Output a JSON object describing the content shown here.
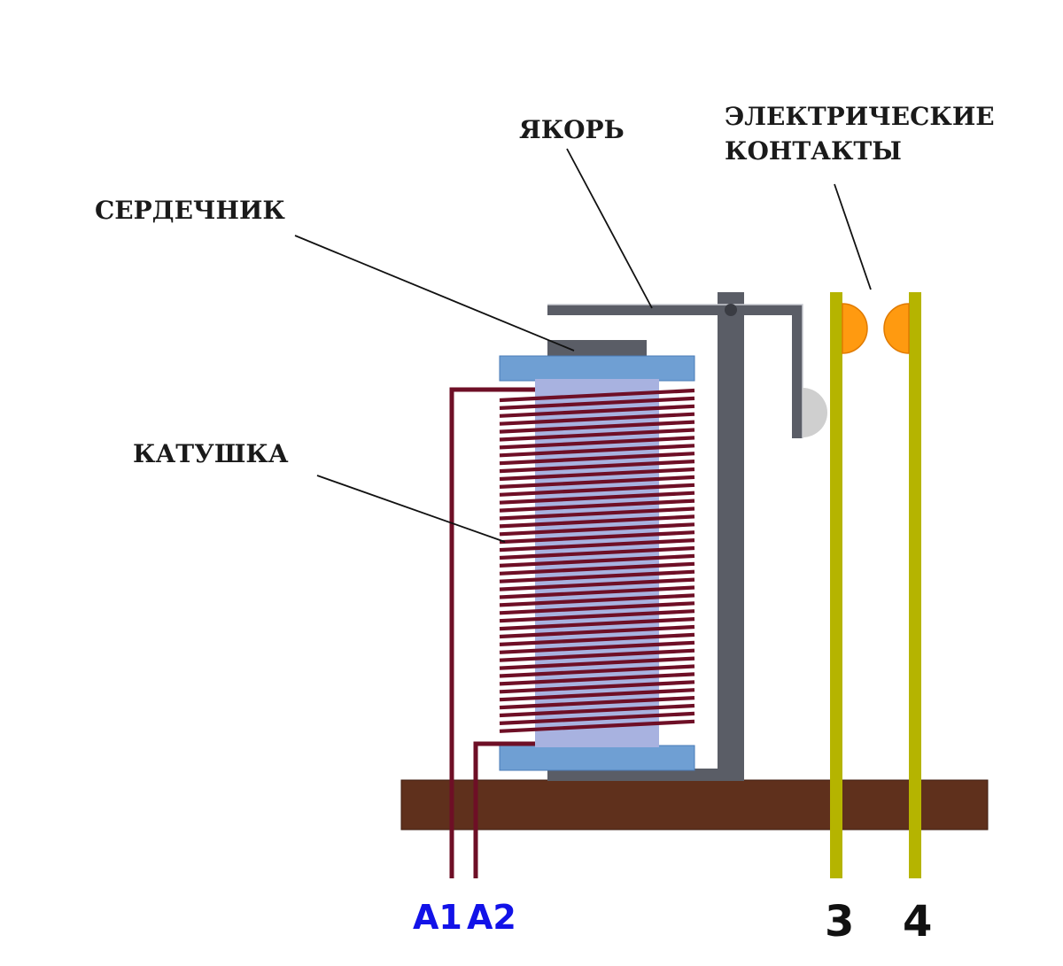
{
  "labels": {
    "core": "СЕРДЕЧНИК",
    "armature": "ЯКОРЬ",
    "contacts_line1": "ЭЛЕКТРИЧЕСКИЕ",
    "contacts_line2": "КОНТАКТЫ",
    "coil": "КАТУШКА"
  },
  "terminals": {
    "a1": "A1",
    "a2": "A2",
    "t3": "3",
    "t4": "4"
  },
  "colors": {
    "base": "#5f301c",
    "frame": "#5a5d66",
    "bobbin": "#6f9fd3",
    "bobbin_stroke": "#4a7bb7",
    "core_stripes": "#a8b2e0",
    "wire": "#6e0f26",
    "contact_rod": "#b5b400",
    "contact": "#ff9a10",
    "contact_stroke": "#e07a00",
    "armature_tip": "#cfcfcf",
    "terminal_a_text": "#1212e8",
    "terminal_num_text": "#111111",
    "leader": "#111111"
  }
}
